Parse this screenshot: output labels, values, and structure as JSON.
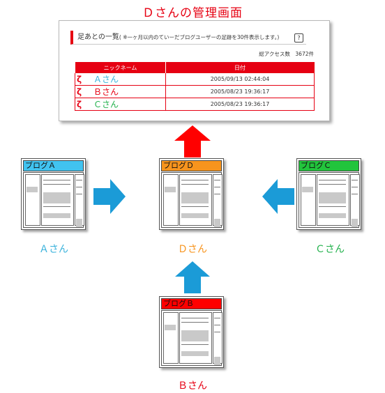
{
  "title": "Ｄさんの管理画面",
  "panel": {
    "heading": "足あとの一覧",
    "note": "( ※一ヶ月以内のていーだブログユーザーの足跡を30件表示します。)",
    "help": "?",
    "access": "総アクセス数　3672件",
    "col_name": "ニックネーム",
    "col_date": "日付",
    "rows": [
      {
        "name": "Ａさん",
        "date": "2005/09/13 02:44:04",
        "color": "#3cb3dc"
      },
      {
        "name": "Ｂさん",
        "date": "2005/08/23 19:36:17",
        "color": "#e60012"
      },
      {
        "name": "Ｃさん",
        "date": "2005/08/23 19:36:17",
        "color": "#22b14c"
      }
    ]
  },
  "blogs": {
    "a": {
      "title": "ブログＡ",
      "color": "#41c3f0",
      "user": "Ａさん",
      "user_color": "#3cb3dc"
    },
    "b": {
      "title": "ブログＢ",
      "color": "#ff0000",
      "user": "Ｂさん",
      "user_color": "#e60012"
    },
    "c": {
      "title": "ブログＣ",
      "color": "#22c43c",
      "user": "Ｃさん",
      "user_color": "#22b14c"
    },
    "d": {
      "title": "ブログＤ",
      "color": "#f7941d",
      "user": "Ｄさん",
      "user_color": "#f7941d"
    }
  },
  "colors": {
    "arrow_blue": "#1b9bd7",
    "arrow_red": "#ff0000"
  }
}
